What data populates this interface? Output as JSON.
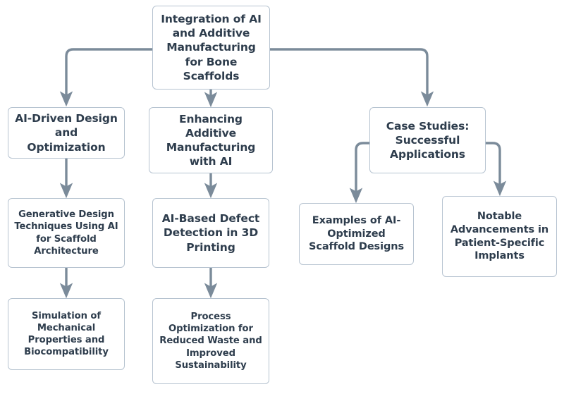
{
  "diagram": {
    "type": "flowchart",
    "title": "Integration of AI and Additive Manufacturing for Bone Scaffolds",
    "colors": {
      "background": "#ffffff",
      "node_fill": "#ffffff",
      "node_border": "#b6c3d0",
      "text": "#2e3d4d",
      "edge": "#7b8b9a"
    },
    "nodes": {
      "root": "Integration of AI and Additive Manufacturing for Bone Scaffolds",
      "ai_design": "AI-Driven Design and Optimization",
      "enhancing": "Enhancing Additive Manufacturing with AI",
      "case_studies": "Case Studies: Successful Applications",
      "generative": "Generative Design Techniques Using AI for Scaffold Architecture",
      "defect": "AI-Based Defect Detection in 3D Printing",
      "examples": "Examples of AI-Optimized Scaffold Designs",
      "notable": "Notable Advancements in Patient-Specific Implants",
      "simulation": "Simulation of Mechanical Properties and Biocompatibility",
      "process": "Process Optimization for Reduced Waste and Improved Sustainability"
    },
    "edges": [
      {
        "from": "root",
        "to": "ai_design",
        "style": "elbow-left"
      },
      {
        "from": "root",
        "to": "enhancing",
        "style": "straight-down"
      },
      {
        "from": "root",
        "to": "case_studies",
        "style": "elbow-right"
      },
      {
        "from": "ai_design",
        "to": "generative",
        "style": "straight-down"
      },
      {
        "from": "enhancing",
        "to": "defect",
        "style": "straight-down"
      },
      {
        "from": "case_studies",
        "to": "examples",
        "style": "elbow-left"
      },
      {
        "from": "case_studies",
        "to": "notable",
        "style": "elbow-right"
      },
      {
        "from": "generative",
        "to": "simulation",
        "style": "straight-down"
      },
      {
        "from": "defect",
        "to": "process",
        "style": "straight-down"
      }
    ]
  }
}
